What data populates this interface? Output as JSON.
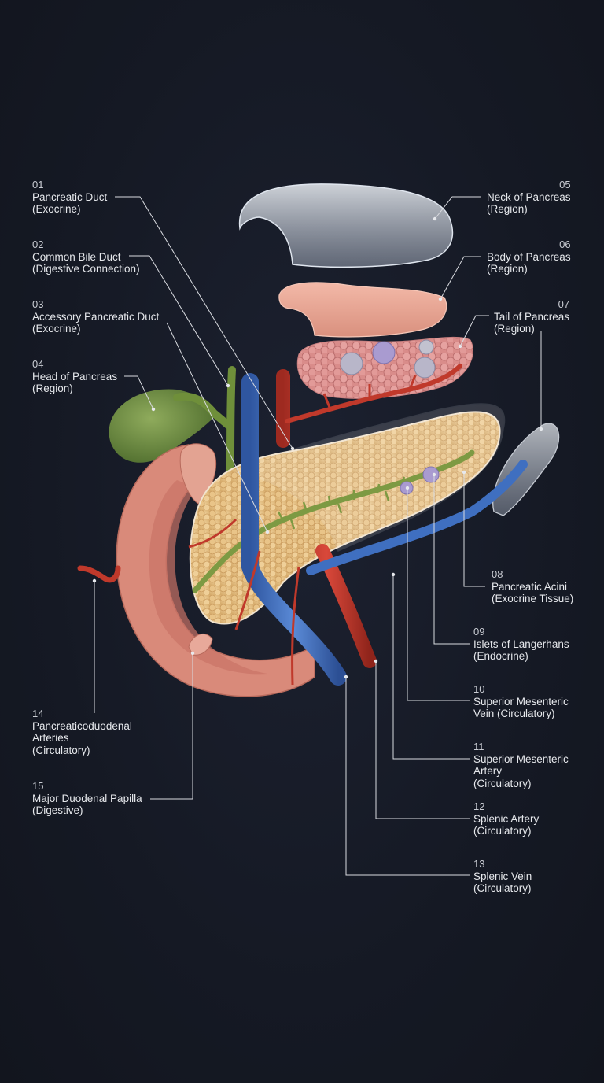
{
  "labels": [
    {
      "num": "01",
      "lines": [
        "Pancreatic Duct",
        "(Exocrine)"
      ]
    },
    {
      "num": "02",
      "lines": [
        "Common Bile Duct",
        "(Digestive Connection)"
      ]
    },
    {
      "num": "03",
      "lines": [
        "Accessory Pancreatic Duct",
        "(Exocrine)"
      ]
    },
    {
      "num": "04",
      "lines": [
        "Head of Pancreas",
        "(Region)"
      ]
    },
    {
      "num": "05",
      "lines": [
        "Neck of Pancreas",
        "(Region)"
      ]
    },
    {
      "num": "06",
      "lines": [
        "Body of Pancreas",
        "(Region)"
      ]
    },
    {
      "num": "07",
      "lines": [
        "Tail of Pancreas",
        "(Region)"
      ]
    },
    {
      "num": "08",
      "lines": [
        "Pancreatic Acini",
        "(Exocrine Tissue)"
      ]
    },
    {
      "num": "09",
      "lines": [
        "Islets of Langerhans",
        "(Endocrine)"
      ]
    },
    {
      "num": "10",
      "lines": [
        "Superior Mesenteric",
        "Vein (Circulatory)"
      ]
    },
    {
      "num": "11",
      "lines": [
        "Superior Mesenteric",
        "Artery",
        "(Circulatory)"
      ]
    },
    {
      "num": "12",
      "lines": [
        "Splenic Artery",
        "(Circulatory)"
      ]
    },
    {
      "num": "13",
      "lines": [
        "Splenic Vein",
        "(Circulatory)"
      ]
    },
    {
      "num": "14",
      "lines": [
        "Pancreaticoduodenal",
        "Arteries",
        "(Circulatory)"
      ]
    },
    {
      "num": "15",
      "lines": [
        "Major Duodenal Papilla",
        "(Digestive)"
      ]
    }
  ],
  "colors": {
    "background": "#151924",
    "leader": "#d9dbe0",
    "vein": "#3f6fc0",
    "artery": "#c0392b",
    "duct": "#6f8f3a",
    "gland": "#e8c58c",
    "duodenum": "#d98a7a"
  }
}
